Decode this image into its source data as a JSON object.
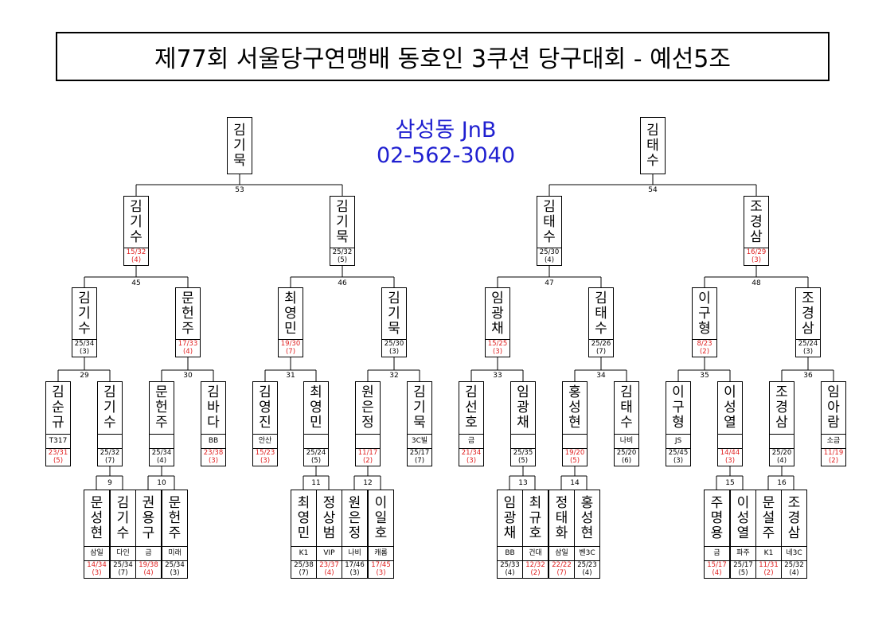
{
  "title": "제77회 서울당구연맹배 동호인 3쿠션 당구대회 - 예선5조",
  "sponsor": {
    "name": "삼성동 JnB",
    "phone": "02-562-3040"
  },
  "colors": {
    "sponsor": "#1f1fd0",
    "loss": "#e02020",
    "line": "#000000"
  },
  "finals": [
    {
      "name": "김기묵"
    },
    {
      "name": "김태수"
    }
  ],
  "r4": [
    {
      "name": "김기수",
      "score": "15/32",
      "hi": "(4)",
      "red": true
    },
    {
      "name": "김기묵",
      "score": "25/32",
      "hi": "(5)",
      "red": false
    },
    {
      "name": "김태수",
      "score": "25/30",
      "hi": "(4)",
      "red": false
    },
    {
      "name": "조경삼",
      "score": "16/29",
      "hi": "(3)",
      "red": true
    }
  ],
  "r8": [
    {
      "name": "김기수",
      "score": "25/34",
      "hi": "(3)",
      "red": false
    },
    {
      "name": "문헌주",
      "score": "17/33",
      "hi": "(4)",
      "red": true
    },
    {
      "name": "최영민",
      "score": "19/30",
      "hi": "(7)",
      "red": true
    },
    {
      "name": "김기묵",
      "score": "25/30",
      "hi": "(3)",
      "red": false
    },
    {
      "name": "임광채",
      "score": "15/25",
      "hi": "(3)",
      "red": true
    },
    {
      "name": "김태수",
      "score": "25/26",
      "hi": "(7)",
      "red": false
    },
    {
      "name": "이구형",
      "score": "8/23",
      "hi": "(2)",
      "red": true
    },
    {
      "name": "조경삼",
      "score": "25/24",
      "hi": "(3)",
      "red": false
    }
  ],
  "r16": [
    {
      "name": "김순규",
      "club": "T317",
      "score": "23/31",
      "hi": "(5)",
      "red": true
    },
    {
      "name": "김기수",
      "club": "",
      "score": "25/32",
      "hi": "(7)",
      "red": false
    },
    {
      "name": "문헌주",
      "club": "",
      "score": "25/34",
      "hi": "(4)",
      "red": false
    },
    {
      "name": "김바다",
      "club": "BB",
      "score": "23/38",
      "hi": "(3)",
      "red": true
    },
    {
      "name": "김영진",
      "club": "안산",
      "score": "15/23",
      "hi": "(3)",
      "red": true
    },
    {
      "name": "최영민",
      "club": "",
      "score": "25/24",
      "hi": "(5)",
      "red": false
    },
    {
      "name": "원은정",
      "club": "",
      "score": "11/17",
      "hi": "(2)",
      "red": true
    },
    {
      "name": "김기묵",
      "club": "3C빌",
      "score": "25/17",
      "hi": "(7)",
      "red": false
    },
    {
      "name": "김선호",
      "club": "금",
      "score": "21/34",
      "hi": "(3)",
      "red": true
    },
    {
      "name": "임광채",
      "club": "",
      "score": "25/35",
      "hi": "(5)",
      "red": false
    },
    {
      "name": "홍성현",
      "club": "",
      "score": "19/20",
      "hi": "(5)",
      "red": true
    },
    {
      "name": "김태수",
      "club": "나비",
      "score": "25/20",
      "hi": "(6)",
      "red": false
    },
    {
      "name": "이구형",
      "club": "JS",
      "score": "25/45",
      "hi": "(3)",
      "red": false
    },
    {
      "name": "이성열",
      "club": "",
      "score": "14/44",
      "hi": "(3)",
      "red": true
    },
    {
      "name": "조경삼",
      "club": "",
      "score": "25/20",
      "hi": "(4)",
      "red": false
    },
    {
      "name": "임아람",
      "club": "소금",
      "score": "11/19",
      "hi": "(2)",
      "red": true
    }
  ],
  "r32": [
    {
      "name": "문성현",
      "club": "삼일",
      "score": "14/34",
      "hi": "(3)",
      "red": true
    },
    {
      "name": "김기수",
      "club": "다인",
      "score": "25/34",
      "hi": "(7)",
      "red": false
    },
    {
      "name": "권용구",
      "club": "금",
      "score": "19/38",
      "hi": "(4)",
      "red": true
    },
    {
      "name": "문헌주",
      "club": "미래",
      "score": "25/34",
      "hi": "(3)",
      "red": false
    },
    {
      "name": "최영민",
      "club": "K1",
      "score": "25/38",
      "hi": "(7)",
      "red": false
    },
    {
      "name": "정상범",
      "club": "VIP",
      "score": "23/37",
      "hi": "(4)",
      "red": true
    },
    {
      "name": "원은정",
      "club": "나비",
      "score": "17/46",
      "hi": "(3)",
      "red": false
    },
    {
      "name": "이일호",
      "club": "캐롬",
      "score": "17/45",
      "hi": "(3)",
      "red": true
    },
    {
      "name": "임광채",
      "club": "BB",
      "score": "25/33",
      "hi": "(4)",
      "red": false
    },
    {
      "name": "최규호",
      "club": "건대",
      "score": "12/32",
      "hi": "(2)",
      "red": true
    },
    {
      "name": "정태화",
      "club": "삼일",
      "score": "22/22",
      "hi": "(7)",
      "red": true
    },
    {
      "name": "홍성현",
      "club": "벤3C",
      "score": "25/23",
      "hi": "(4)",
      "red": false
    },
    {
      "name": "주명용",
      "club": "금",
      "score": "15/17",
      "hi": "(4)",
      "red": true
    },
    {
      "name": "이성열",
      "club": "파주",
      "score": "25/17",
      "hi": "(5)",
      "red": false
    },
    {
      "name": "문설주",
      "club": "K1",
      "score": "11/31",
      "hi": "(2)",
      "red": true
    },
    {
      "name": "조경삼",
      "club": "네3C",
      "score": "25/32",
      "hi": "(4)",
      "red": false
    }
  ],
  "matches": {
    "r32": [
      "9",
      "10",
      "11",
      "12",
      "13",
      "14",
      "15",
      "16"
    ],
    "r16": [
      "29",
      "30",
      "31",
      "32",
      "33",
      "34",
      "35",
      "36"
    ],
    "r8": [
      "45",
      "46",
      "47",
      "48"
    ],
    "r4": [
      "53",
      "54"
    ]
  }
}
